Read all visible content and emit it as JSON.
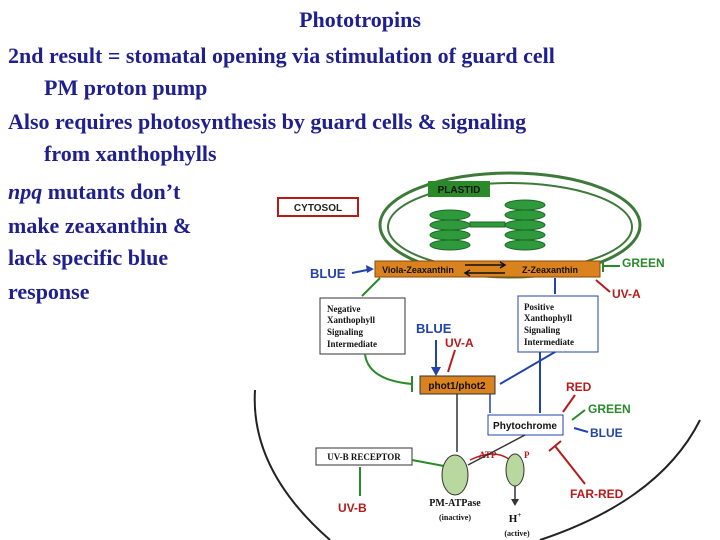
{
  "slide": {
    "title": "Phototropins",
    "line1": "2nd result = stomatal opening via stimulation of guard cell",
    "line2": "PM proton pump",
    "line3": "Also requires photosynthesis by guard cells & signaling",
    "line4": "from xanthophylls",
    "line5_italic": "npq",
    "line5_rest": " mutants don’t",
    "line6": "make zeaxanthin &",
    "line7": "lack specific blue",
    "line8": "response"
  },
  "diagram": {
    "plastid": "PLASTID",
    "cytosol": "CYTOSOL",
    "viola": "Viola-Zeaxanthin",
    "zea": "Z-Zeaxanthin",
    "blue": "BLUE",
    "green": "GREEN",
    "uva": "UV-A",
    "neg1": "Negative",
    "neg2": "Xanthophyll",
    "neg3": "Signaling",
    "neg4": "Intermediate",
    "pos1": "Positive",
    "pos2": "Xanthophyll",
    "pos3": "Signaling",
    "pos4": "Intermediate",
    "blue2": "BLUE",
    "uva2": "UV-A",
    "phot": "phot1/phot2",
    "red": "RED",
    "green2": "GREEN",
    "phytochrome": "Phytochrome",
    "blue3": "BLUE",
    "uvb_receptor": "UV-B RECEPTOR",
    "atp": "ATP",
    "p": "P",
    "far_red": "FAR-RED",
    "uvb": "UV-B",
    "pm_atpase": "PM-ATPase",
    "inactive": "(inactive)",
    "hplus": "H",
    "hsup": "+",
    "active": "(active)"
  },
  "colors": {
    "title_text": "#1f1f8f",
    "membrane_green": "#3d7a3a",
    "chloroplast_green": "#2e9a3c",
    "blue_label": "#2244a8",
    "red_label": "#b81a1a",
    "box_fill": "#e8e4a8",
    "orange_bar": "#d9821e"
  }
}
